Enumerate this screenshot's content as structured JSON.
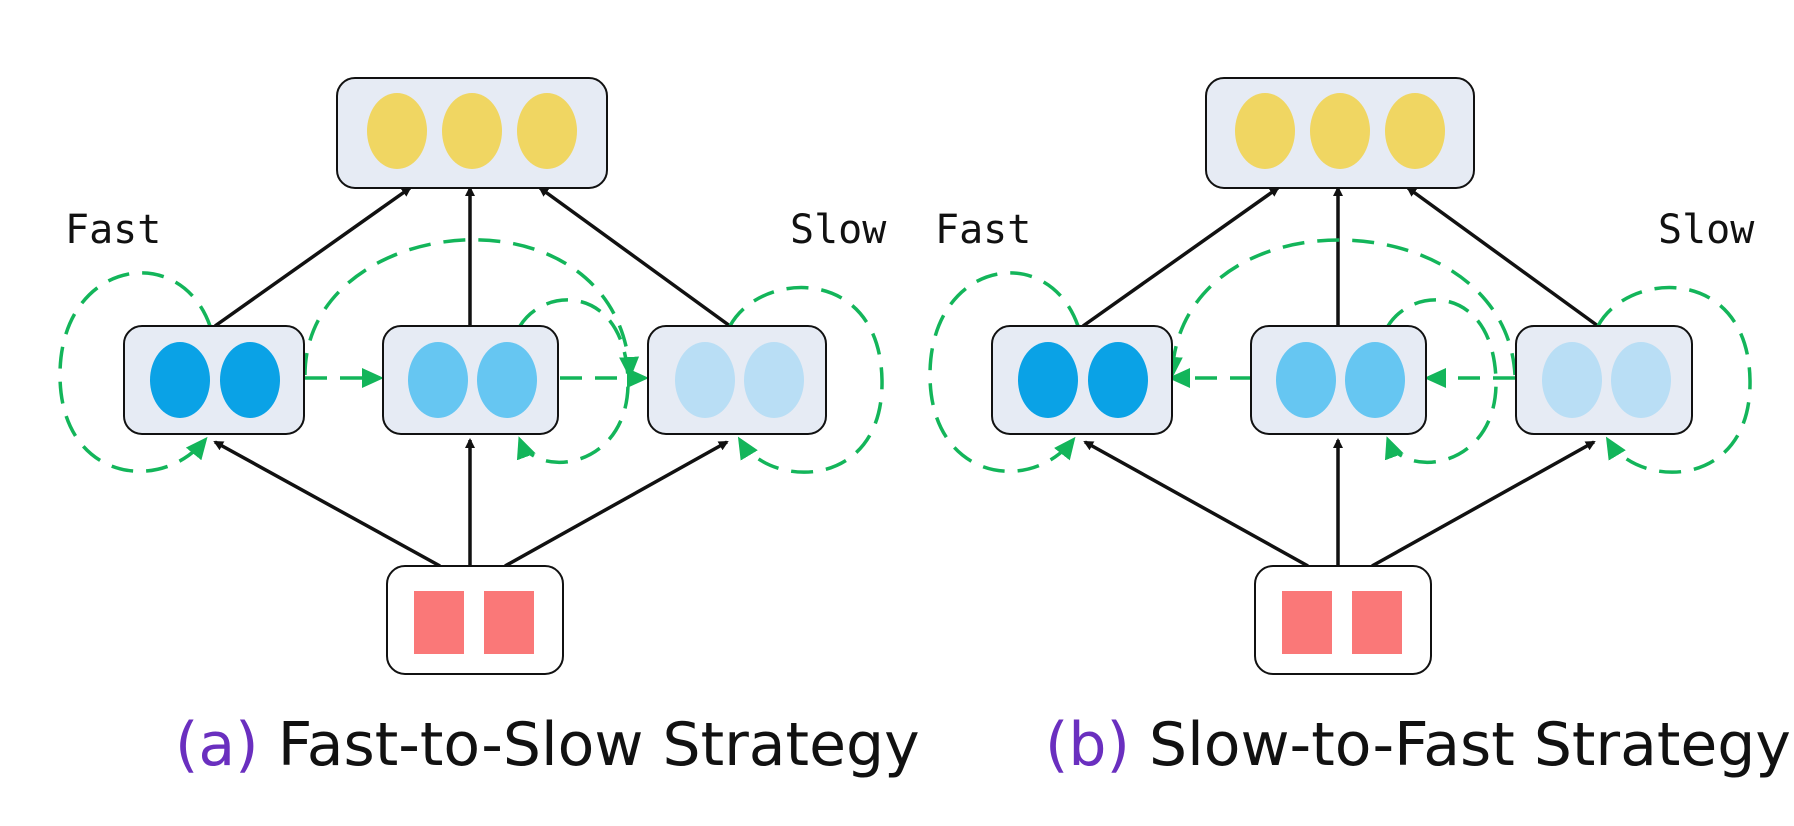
{
  "colors": {
    "block_fill": "#e6ebf4",
    "output_unit": "#f0d662",
    "fast_unit": "#0aa2e6",
    "mid_unit": "#66c6f2",
    "slow_unit": "#b9def5",
    "input_unit": "#fa7878",
    "dashed_arrow": "#13b55a",
    "solid_arrow": "#111111",
    "caption_mark": "#6a2fbf"
  },
  "panel_a": {
    "label_fast": "Fast",
    "label_slow": "Slow",
    "caption_mark": "(a)",
    "caption_text": "Fast-to-Slow Strategy",
    "direction": "fast-to-slow"
  },
  "panel_b": {
    "label_fast": "Fast",
    "label_slow": "Slow",
    "caption_mark": "(b)",
    "caption_text": "Slow-to-Fast Strategy",
    "direction": "slow-to-fast"
  }
}
